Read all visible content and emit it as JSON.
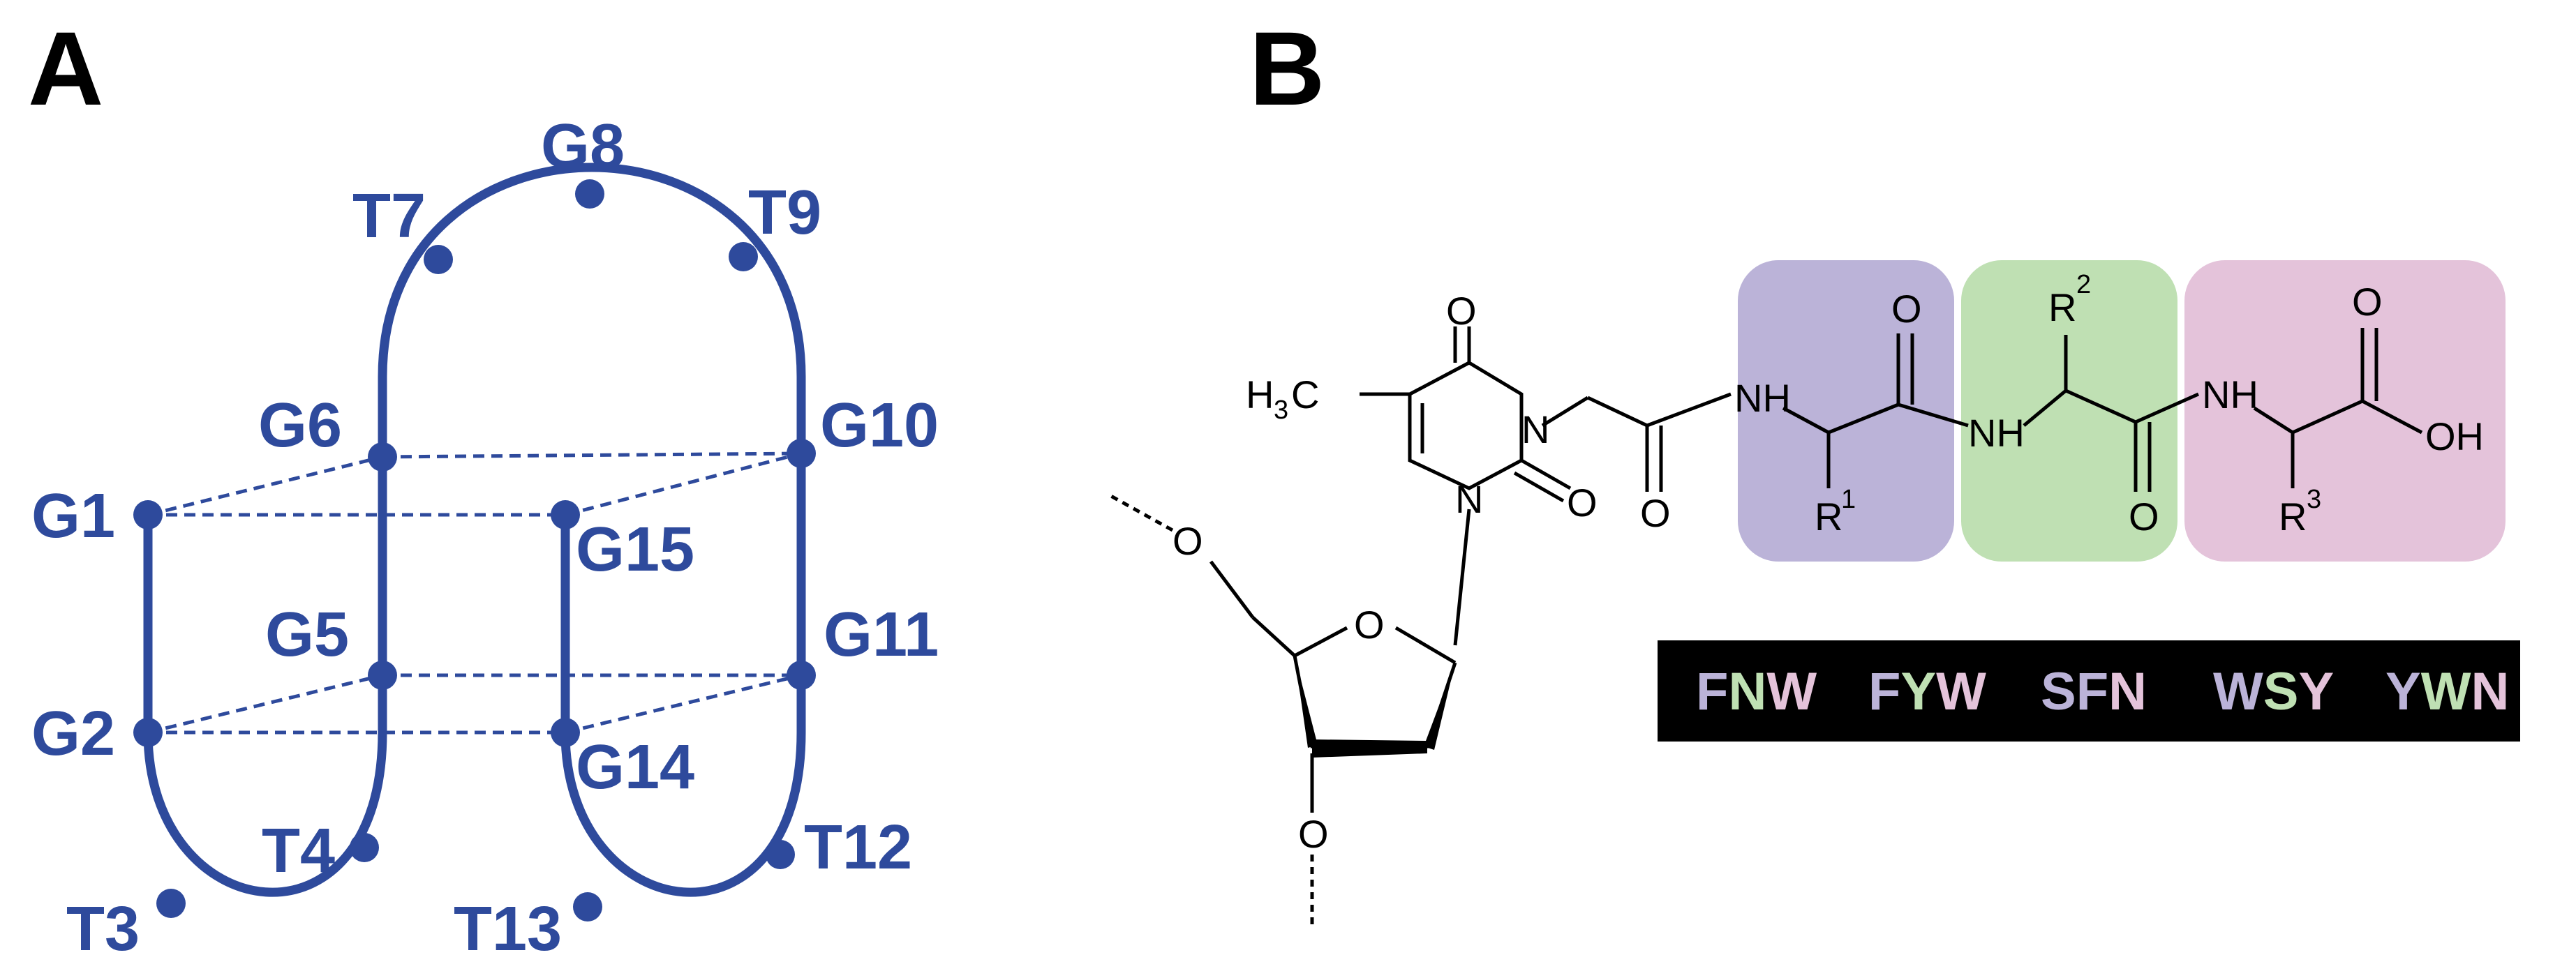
{
  "panels": {
    "a_label": "A",
    "b_label": "B"
  },
  "colors": {
    "structure": "#2e4a9c",
    "residue1": "#bbb3d8",
    "residue2": "#bfe0b3",
    "residue3": "#e4c3da",
    "code_bg": "#000000",
    "bond": "#000000"
  },
  "g_quadruplex": {
    "nucleotides": [
      "G1",
      "G2",
      "T3",
      "T4",
      "G5",
      "G6",
      "T7",
      "G8",
      "T9",
      "G10",
      "G11",
      "T12",
      "T13",
      "G14",
      "G15"
    ],
    "stacking_pairs": [
      [
        "G1",
        "G6"
      ],
      [
        "G1",
        "G15"
      ],
      [
        "G6",
        "G10"
      ],
      [
        "G15",
        "G10"
      ],
      [
        "G2",
        "G5"
      ],
      [
        "G2",
        "G14"
      ],
      [
        "G5",
        "G11"
      ],
      [
        "G14",
        "G11"
      ]
    ]
  },
  "molecule": {
    "atoms": {
      "o_top": "O",
      "methyl": "H",
      "methyl_sub": "3",
      "methyl_c": "C",
      "n_ring_right": "N",
      "n_ring_bottom": "N",
      "o_ring_right": "O",
      "o_sugar": "O",
      "o_5prime": "O",
      "o_3prime": "O",
      "nh1": "NH",
      "o_amide1": "O",
      "r1": "R",
      "r1_sup": "1",
      "o_amide2": "O",
      "nh2": "NH",
      "r2": "R",
      "r2_sup": "2",
      "o_amide3": "O",
      "nh3": "NH",
      "r3": "R",
      "r3_sup": "3",
      "o_acid": "O",
      "oh_acid": "OH"
    }
  },
  "codes": [
    {
      "letters": [
        {
          "t": "F",
          "c": "#bbb3d8"
        },
        {
          "t": "N",
          "c": "#bfe0b3"
        },
        {
          "t": "W",
          "c": "#e4c3da"
        }
      ]
    },
    {
      "letters": [
        {
          "t": "F",
          "c": "#bbb3d8"
        },
        {
          "t": "Y",
          "c": "#bfe0b3"
        },
        {
          "t": "W",
          "c": "#e4c3da"
        }
      ]
    },
    {
      "letters": [
        {
          "t": "S",
          "c": "#bbb3d8"
        },
        {
          "t": "F",
          "c": "#bbb3d8"
        },
        {
          "t": "N",
          "c": "#e4c3da"
        }
      ]
    },
    {
      "letters": [
        {
          "t": "W",
          "c": "#bbb3d8"
        },
        {
          "t": "S",
          "c": "#bfe0b3"
        },
        {
          "t": "Y",
          "c": "#e4c3da"
        }
      ]
    },
    {
      "letters": [
        {
          "t": "Y",
          "c": "#bbb3d8"
        },
        {
          "t": "W",
          "c": "#bfe0b3"
        },
        {
          "t": "N",
          "c": "#e4c3da"
        }
      ]
    }
  ]
}
